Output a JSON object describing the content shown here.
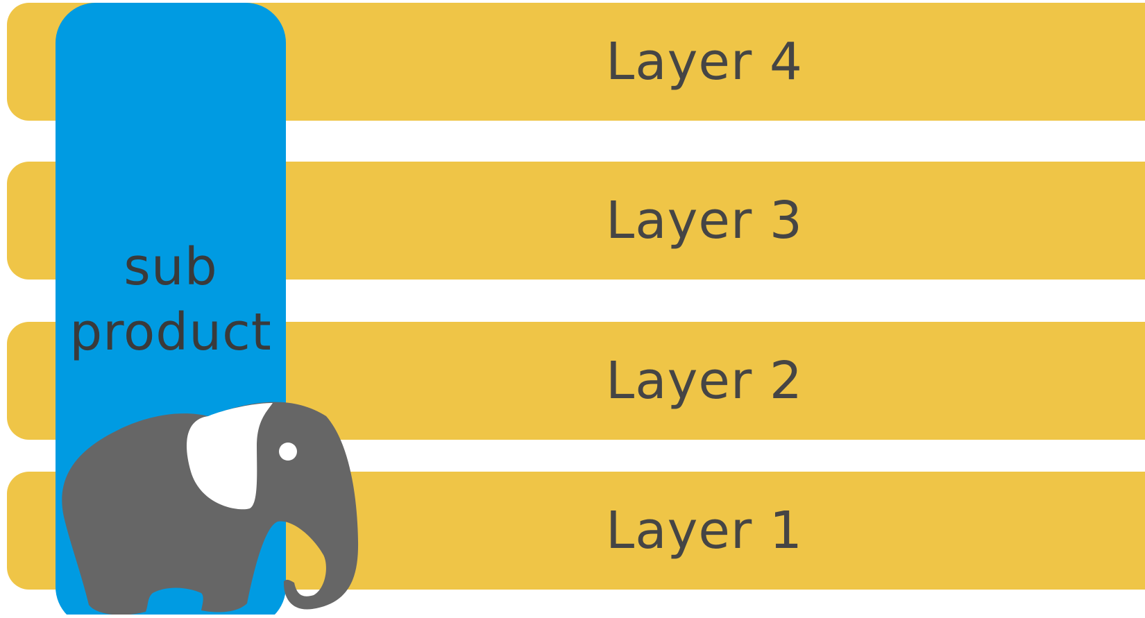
{
  "layers": [
    {
      "label": "Layer 4"
    },
    {
      "label": "Layer 3"
    },
    {
      "label": "Layer 2"
    },
    {
      "label": "Layer 1"
    }
  ],
  "sub_product": {
    "line1": "sub",
    "line2": "product"
  },
  "mascot": {
    "icon": "elephant-icon"
  },
  "colors": {
    "layer_fill": "#efc547",
    "sub_product_fill": "#009be2",
    "text": "#454545",
    "elephant_body": "#666666",
    "elephant_ear": "#ffffff"
  }
}
